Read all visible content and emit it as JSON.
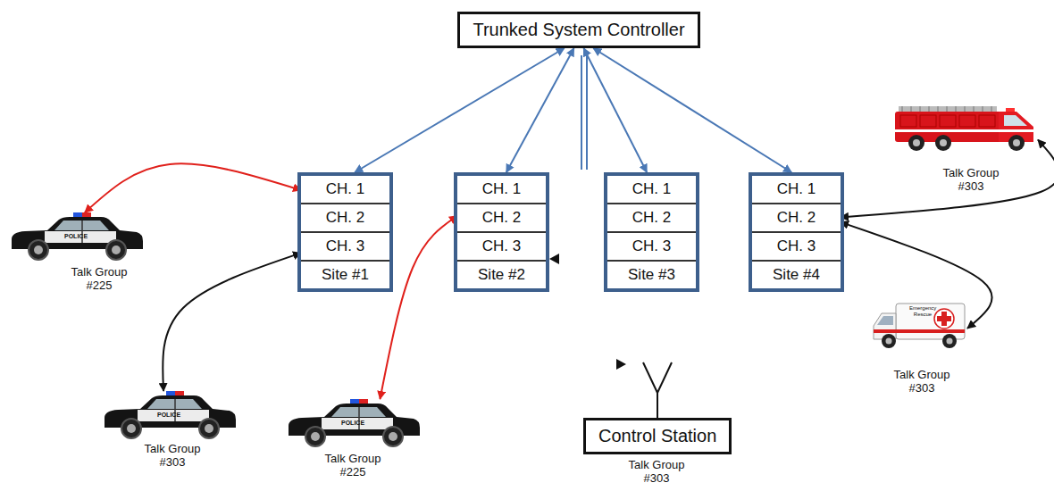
{
  "diagram": {
    "nodes": [
      {
        "text": [
          "Trunked System Controller"
        ]
      },
      {
        "text": [
          "Site #1"
        ]
      },
      {
        "text": [
          "CH. 1"
        ],
        "in": 1
      },
      {
        "text": [
          "CH. 2"
        ],
        "in": 1
      },
      {
        "text": [
          "CH. 3"
        ],
        "in": 1
      },
      {
        "text": [
          "Site #2"
        ]
      },
      {
        "text": [
          "CH. 1"
        ],
        "in": 5
      },
      {
        "text": [
          "CH. 2"
        ],
        "in": 5
      },
      {
        "text": [
          "CH. 3"
        ],
        "in": 5
      },
      {
        "text": [
          "Site #3"
        ]
      },
      {
        "text": [
          "CH. 1"
        ],
        "in": 9
      },
      {
        "text": [
          "CH. 2"
        ],
        "in": 9
      },
      {
        "text": [
          "CH. 3"
        ],
        "in": 9
      },
      {
        "text": [
          "Site #4"
        ]
      },
      {
        "text": [
          "CH. 1"
        ],
        "in": 13
      },
      {
        "text": [
          "CH. 2"
        ],
        "in": 13
      },
      {
        "text": [
          "CH. 3"
        ],
        "in": 13
      },
      {
        "text": [
          "Talk Group #303"
        ]
      },
      {
        "text": [
          "Talk Group #225"
        ]
      },
      {
        "text": [
          "Talk Group #303"
        ]
      },
      {
        "text": [
          "Talk Group #225"
        ]
      },
      {
        "text": [
          "Talk Group #303"
        ]
      },
      {
        "text": [
          "Control Station"
        ]
      }
    ],
    "edges": [
      {
        "from": 0,
        "to": 1,
        "arrow": "both"
      },
      {
        "from": 0,
        "to": 5,
        "arrow": "both"
      },
      {
        "from": 0,
        "to": 9,
        "arrow": "both"
      },
      {
        "from": 0,
        "to": 13,
        "arrow": "both"
      },
      {
        "from": 18,
        "to": 2,
        "arrow": "both"
      },
      {
        "from": 19,
        "to": 4,
        "arrow": "both"
      },
      {
        "from": 20,
        "to": 7,
        "arrow": "both"
      },
      {
        "from": 17,
        "to": 15,
        "arrow": "both"
      },
      {
        "from": 21,
        "to": 15,
        "arrow": "both"
      }
    ],
    "labels": [
      "POLICE",
      "POLICE",
      "POLICE",
      "Emergency Rescue",
      "Talk Group #303"
    ]
  }
}
